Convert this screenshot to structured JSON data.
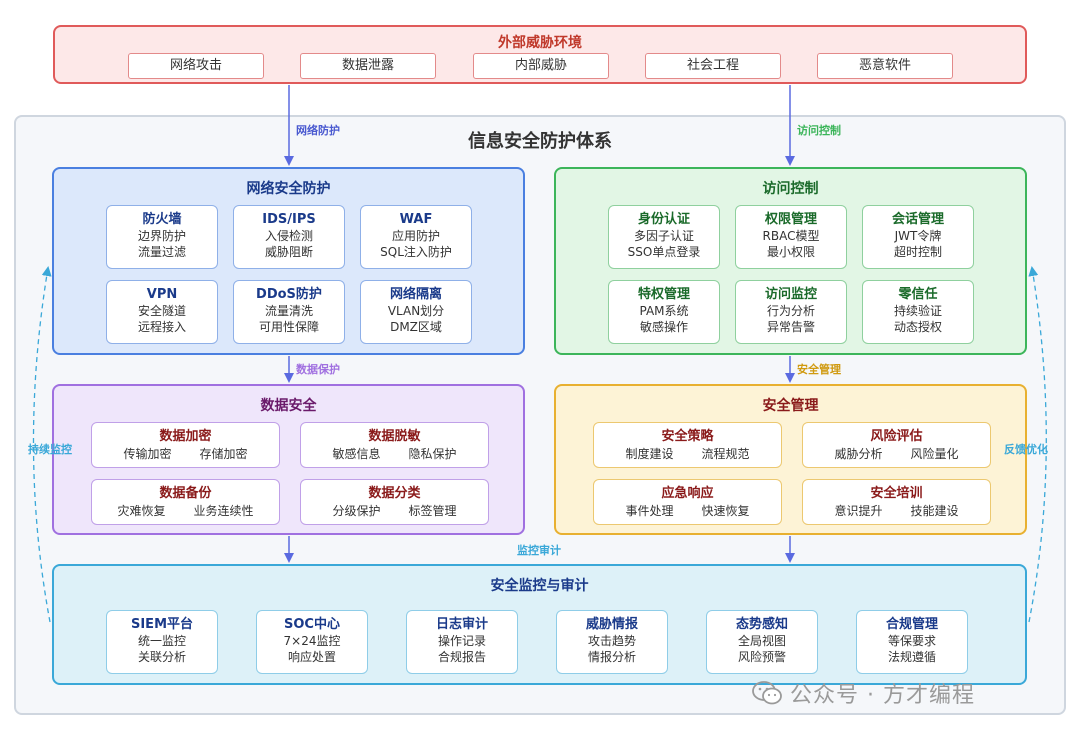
{
  "threat": {
    "title": "外部威胁环境",
    "items": [
      "网络攻击",
      "数据泄露",
      "内部威胁",
      "社会工程",
      "恶意软件"
    ]
  },
  "system_title": "信息安全防护体系",
  "network": {
    "title": "网络安全防护",
    "cards": [
      {
        "title": "防火墙",
        "lines": [
          "边界防护",
          "流量过滤"
        ]
      },
      {
        "title": "IDS/IPS",
        "lines": [
          "入侵检测",
          "威胁阻断"
        ]
      },
      {
        "title": "WAF",
        "lines": [
          "应用防护",
          "SQL注入防护"
        ]
      },
      {
        "title": "VPN",
        "lines": [
          "安全隧道",
          "远程接入"
        ]
      },
      {
        "title": "DDoS防护",
        "lines": [
          "流量清洗",
          "可用性保障"
        ]
      },
      {
        "title": "网络隔离",
        "lines": [
          "VLAN划分",
          "DMZ区域"
        ]
      }
    ]
  },
  "access": {
    "title": "访问控制",
    "cards": [
      {
        "title": "身份认证",
        "lines": [
          "多因子认证",
          "SSO单点登录"
        ]
      },
      {
        "title": "权限管理",
        "lines": [
          "RBAC模型",
          "最小权限"
        ]
      },
      {
        "title": "会话管理",
        "lines": [
          "JWT令牌",
          "超时控制"
        ]
      },
      {
        "title": "特权管理",
        "lines": [
          "PAM系统",
          "敏感操作"
        ]
      },
      {
        "title": "访问监控",
        "lines": [
          "行为分析",
          "异常告警"
        ]
      },
      {
        "title": "零信任",
        "lines": [
          "持续验证",
          "动态授权"
        ]
      }
    ]
  },
  "data_sec": {
    "title": "数据安全",
    "cards": [
      {
        "title": "数据加密",
        "items": [
          "传输加密",
          "存储加密"
        ]
      },
      {
        "title": "数据脱敏",
        "items": [
          "敏感信息",
          "隐私保护"
        ]
      },
      {
        "title": "数据备份",
        "items": [
          "灾难恢复",
          "业务连续性"
        ]
      },
      {
        "title": "数据分类",
        "items": [
          "分级保护",
          "标签管理"
        ]
      }
    ]
  },
  "mgmt": {
    "title": "安全管理",
    "cards": [
      {
        "title": "安全策略",
        "items": [
          "制度建设",
          "流程规范"
        ]
      },
      {
        "title": "风险评估",
        "items": [
          "威胁分析",
          "风险量化"
        ]
      },
      {
        "title": "应急响应",
        "items": [
          "事件处理",
          "快速恢复"
        ]
      },
      {
        "title": "安全培训",
        "items": [
          "意识提升",
          "技能建设"
        ]
      }
    ]
  },
  "monitor": {
    "title": "安全监控与审计",
    "cards": [
      {
        "title": "SIEM平台",
        "lines": [
          "统一监控",
          "关联分析"
        ]
      },
      {
        "title": "SOC中心",
        "lines": [
          "7×24监控",
          "响应处置"
        ]
      },
      {
        "title": "日志审计",
        "lines": [
          "操作记录",
          "合规报告"
        ]
      },
      {
        "title": "威胁情报",
        "lines": [
          "攻击趋势",
          "情报分析"
        ]
      },
      {
        "title": "态势感知",
        "lines": [
          "全局视图",
          "风险预警"
        ]
      },
      {
        "title": "合规管理",
        "lines": [
          "等保要求",
          "法规遵循"
        ]
      }
    ]
  },
  "flows": {
    "network_protect": "网络防护",
    "access_control": "访问控制",
    "data_protect": "数据保护",
    "security_mgmt": "安全管理",
    "monitor_audit": "监控审计",
    "continuous_monitor": "持续监控",
    "feedback": "反馈优化"
  },
  "watermark": "公众号 · 方才编程",
  "colors": {
    "threat": "#e05a5a",
    "network": "#4a7fe0",
    "access": "#3cb55a",
    "data": "#a070e0",
    "mgmt": "#e8b030",
    "monitor": "#3aa8d8",
    "arrow": "#5a6ae0"
  }
}
